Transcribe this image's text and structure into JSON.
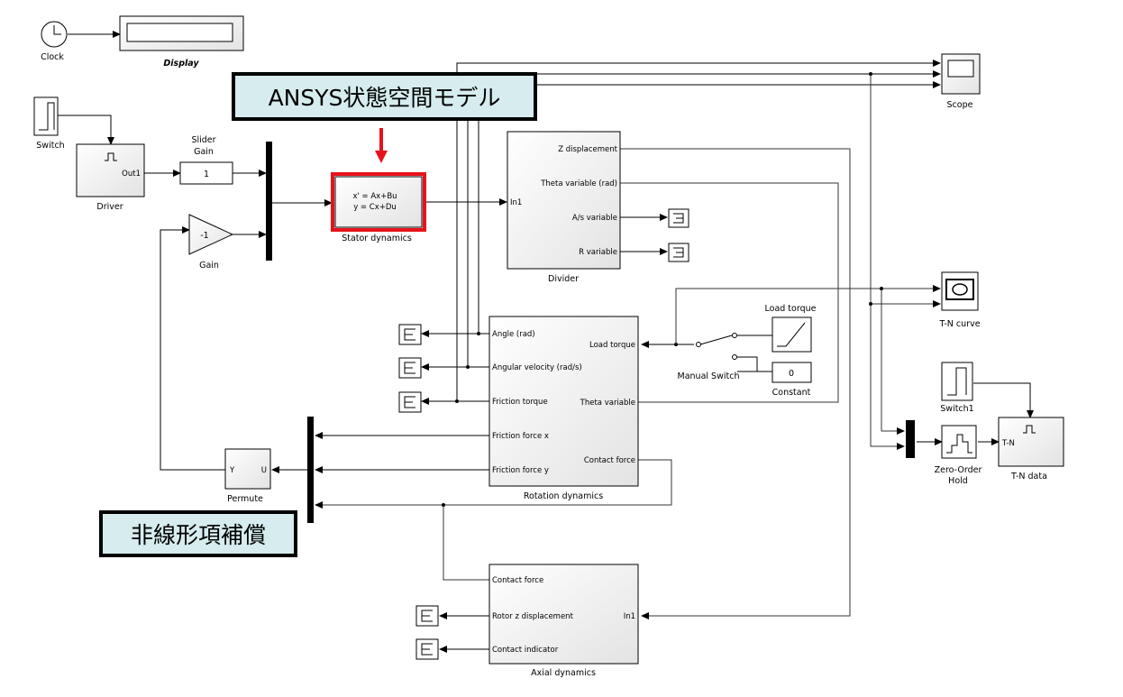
{
  "callouts": {
    "ansys": "ANSYS状態空間モデル",
    "nonlinear": "非線形項補償"
  },
  "blocks": {
    "clock": "Clock",
    "display": "Display",
    "switch": "Switch",
    "driver": "Driver",
    "driver_out": "Out1",
    "slider_gain": "Slider\nGain",
    "slider_value": "1",
    "gain": "Gain",
    "gain_value": "-1",
    "state_space_eq1": "x' = Ax+Bu",
    "state_space_eq2": "y = Cx+Du",
    "stator_dynamics": "Stator dynamics",
    "divider": "Divider",
    "divider_in": "In1",
    "divider_outputs": [
      "Z displacement",
      "Theta variable (rad)",
      "A/s variable",
      "R variable"
    ],
    "scope": "Scope",
    "tn_curve": "T-N curve",
    "load_torque": "Load torque",
    "manual_switch": "Manual Switch",
    "constant": "Constant",
    "constant_value": "0",
    "rotation_dynamics": "Rotation dynamics",
    "rotation_outputs": [
      "Angle (rad)",
      "Angular velocity (rad/s)",
      "Friction torque",
      "Friction force x",
      "Friction force y"
    ],
    "rotation_inputs": [
      "Load torque",
      "Theta variable",
      "Contact force"
    ],
    "permute": "Permute",
    "permute_y": "Y",
    "permute_u": "U",
    "switch1": "Switch1",
    "zoh": "Zero-Order\nHold",
    "tn_data": "T-N data",
    "tn_port": "T-N",
    "axial_dynamics": "Axial dynamics",
    "axial_in": "In1",
    "axial_outputs": [
      "Contact force",
      "Rotor z displacement",
      "Contact indicator"
    ]
  },
  "colors": {
    "highlight": "#e8121a",
    "callout_bg": "#d6ecef"
  }
}
